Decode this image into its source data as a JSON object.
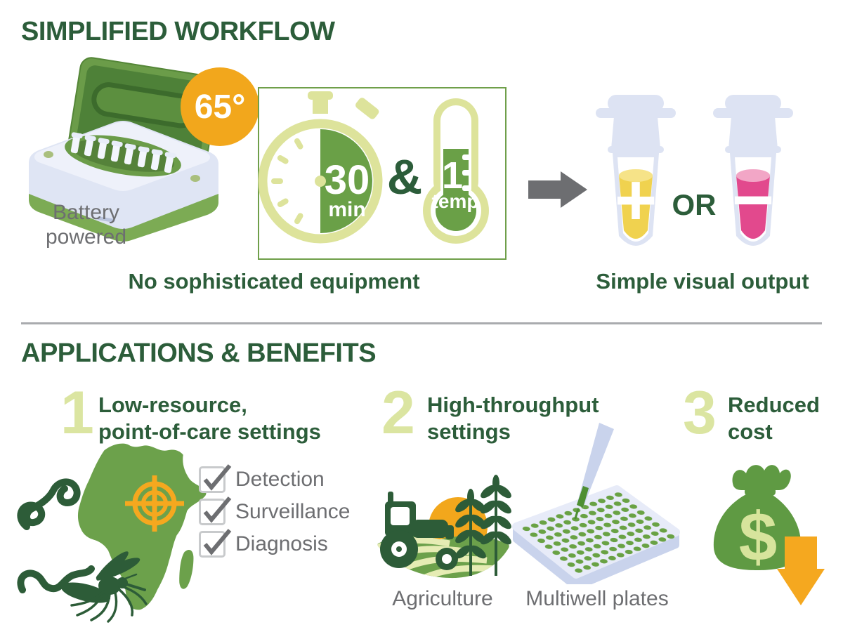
{
  "palette": {
    "dark_green_text": "#2c5d3a",
    "mid_green": "#6aa047",
    "light_yellow_green": "#dde39b",
    "pale_number_green": "#dbe5a1",
    "orange": "#f2a71c",
    "gray_text": "#6d6e71",
    "checkbox_border": "#c8cacc",
    "lavender_tube": "#dde3f3",
    "yellow_liquid": "#f0d24f",
    "pink_liquid": "#e2498d",
    "deep_icon_green": "#2d5c38"
  },
  "icons": [
    "battery-device-icon",
    "temperature-badge",
    "stopwatch-icon",
    "thermometer-icon",
    "arrow-right-icon",
    "tube-positive-icon",
    "tube-negative-icon",
    "africa-map-icon",
    "crosshair-icon",
    "worms-icon",
    "mosquito-icon",
    "checkbox-check-icon",
    "tractor-icon",
    "sun-icon",
    "wheat-icon",
    "field-icon",
    "multiwell-plate-icon",
    "pipette-icon",
    "money-bag-icon",
    "arrow-down-icon"
  ],
  "workflow": {
    "title": "SIMPLIFIED WORKFLOW",
    "device_caption": [
      "Battery",
      "powered"
    ],
    "temperature_badge": "65°",
    "timer_value": "30",
    "timer_unit": "min",
    "joiner": "&",
    "thermometer_value": "1",
    "thermometer_unit": "temp",
    "equipment_caption": "No sophisticated equipment",
    "positive_symbol": "+",
    "negative_symbol": "−",
    "or_label": "OR",
    "output_caption": "Simple visual output"
  },
  "applications": {
    "title": "APPLICATIONS & BENEFITS",
    "items": [
      {
        "number": "1",
        "title_lines": [
          "Low-resource,",
          "point-of-care settings"
        ],
        "checklist": [
          "Detection",
          "Surveillance",
          "Diagnosis"
        ]
      },
      {
        "number": "2",
        "title_lines": [
          "High-throughput",
          "settings"
        ],
        "icon_captions": [
          "Agriculture",
          "Multiwell plates"
        ]
      },
      {
        "number": "3",
        "title_lines": [
          "Reduced",
          "cost"
        ],
        "currency_symbol": "$"
      }
    ]
  }
}
